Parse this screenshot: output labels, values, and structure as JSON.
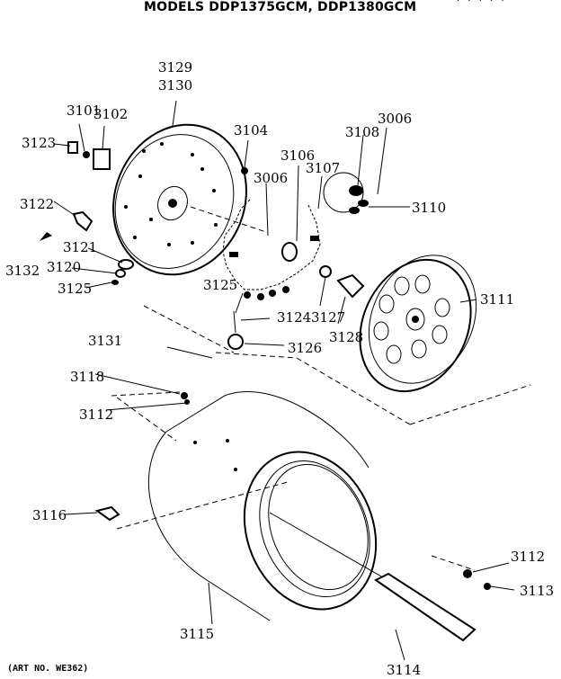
{
  "header": {
    "title": "MODELS DDP1375GCM, DDP1380GCM",
    "corner_mark": "· · · · ·"
  },
  "footer": {
    "art_no": "(ART NO. WE362)"
  },
  "parts": {
    "p3129": "3129",
    "p3130": "3130",
    "p3101": "3101",
    "p3102": "3102",
    "p3123": "3123",
    "p3104": "3104",
    "p3006a": "3006",
    "p3006b": "3006",
    "p3106": "3106",
    "p3107": "3107",
    "p3108": "3108",
    "p3110": "3110",
    "p3122": "3122",
    "p3132": "3132",
    "p3121": "3121",
    "p3120": "3120",
    "p3125a": "3125",
    "p3125b": "3125",
    "p3124": "3124",
    "p3127": "3127",
    "p3128": "3128",
    "p3111": "3111",
    "p3131": "3131",
    "p3126": "3126",
    "p3118": "3118",
    "p3112a": "3112",
    "p3112b": "3112",
    "p3116": "3116",
    "p3113": "3113",
    "p3115": "3115",
    "p3114": "3114"
  }
}
